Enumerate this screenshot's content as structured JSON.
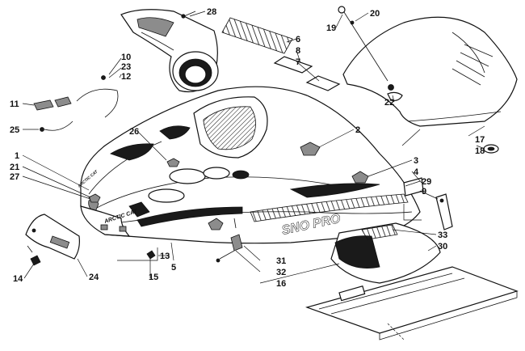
{
  "diagram": {
    "brand_text": "ARCTIC CAT",
    "model_text": "SNO PRO",
    "callouts": [
      {
        "id": "1",
        "text": "1"
      },
      {
        "id": "2",
        "text": "2"
      },
      {
        "id": "3",
        "text": "3"
      },
      {
        "id": "4",
        "text": "4"
      },
      {
        "id": "5",
        "text": "5"
      },
      {
        "id": "6",
        "text": "6"
      },
      {
        "id": "7",
        "text": "7"
      },
      {
        "id": "8",
        "text": "8"
      },
      {
        "id": "9",
        "text": "9"
      },
      {
        "id": "10",
        "text": "10"
      },
      {
        "id": "11",
        "text": "11"
      },
      {
        "id": "12",
        "text": "12"
      },
      {
        "id": "13",
        "text": "13"
      },
      {
        "id": "14",
        "text": "14"
      },
      {
        "id": "15",
        "text": "15"
      },
      {
        "id": "16",
        "text": "16"
      },
      {
        "id": "17",
        "text": "17"
      },
      {
        "id": "18",
        "text": "18"
      },
      {
        "id": "19",
        "text": "19"
      },
      {
        "id": "20",
        "text": "20"
      },
      {
        "id": "21",
        "text": "21"
      },
      {
        "id": "22",
        "text": "22"
      },
      {
        "id": "23",
        "text": "23"
      },
      {
        "id": "24",
        "text": "24"
      },
      {
        "id": "25",
        "text": "25"
      },
      {
        "id": "26",
        "text": "26"
      },
      {
        "id": "27",
        "text": "27"
      },
      {
        "id": "28",
        "text": "28"
      },
      {
        "id": "29",
        "text": "29"
      },
      {
        "id": "30",
        "text": "30"
      },
      {
        "id": "31",
        "text": "31"
      },
      {
        "id": "32",
        "text": "32"
      },
      {
        "id": "33",
        "text": "33"
      }
    ]
  }
}
